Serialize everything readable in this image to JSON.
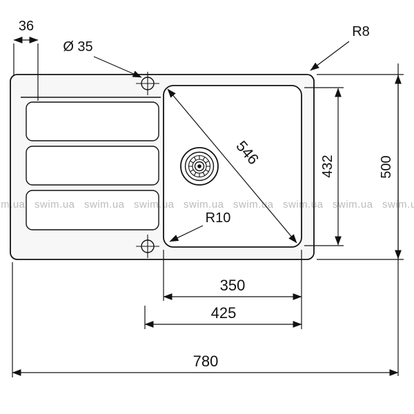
{
  "labels": {
    "offset_36": "36",
    "hole_dia": "Ø 35",
    "radius_outer": "R8",
    "diagonal_546": "546",
    "bowl_height_432": "432",
    "overall_height_500": "500",
    "radius_bowl": "R10",
    "bowl_width_350": "350",
    "offset_425": "425",
    "overall_width_780": "780"
  },
  "watermark": {
    "text": "swim.ua"
  },
  "colors": {
    "line": "#111111",
    "watermark": "#bcbcbc",
    "background": "#ffffff",
    "sink_fill": "#f7f7f7"
  }
}
